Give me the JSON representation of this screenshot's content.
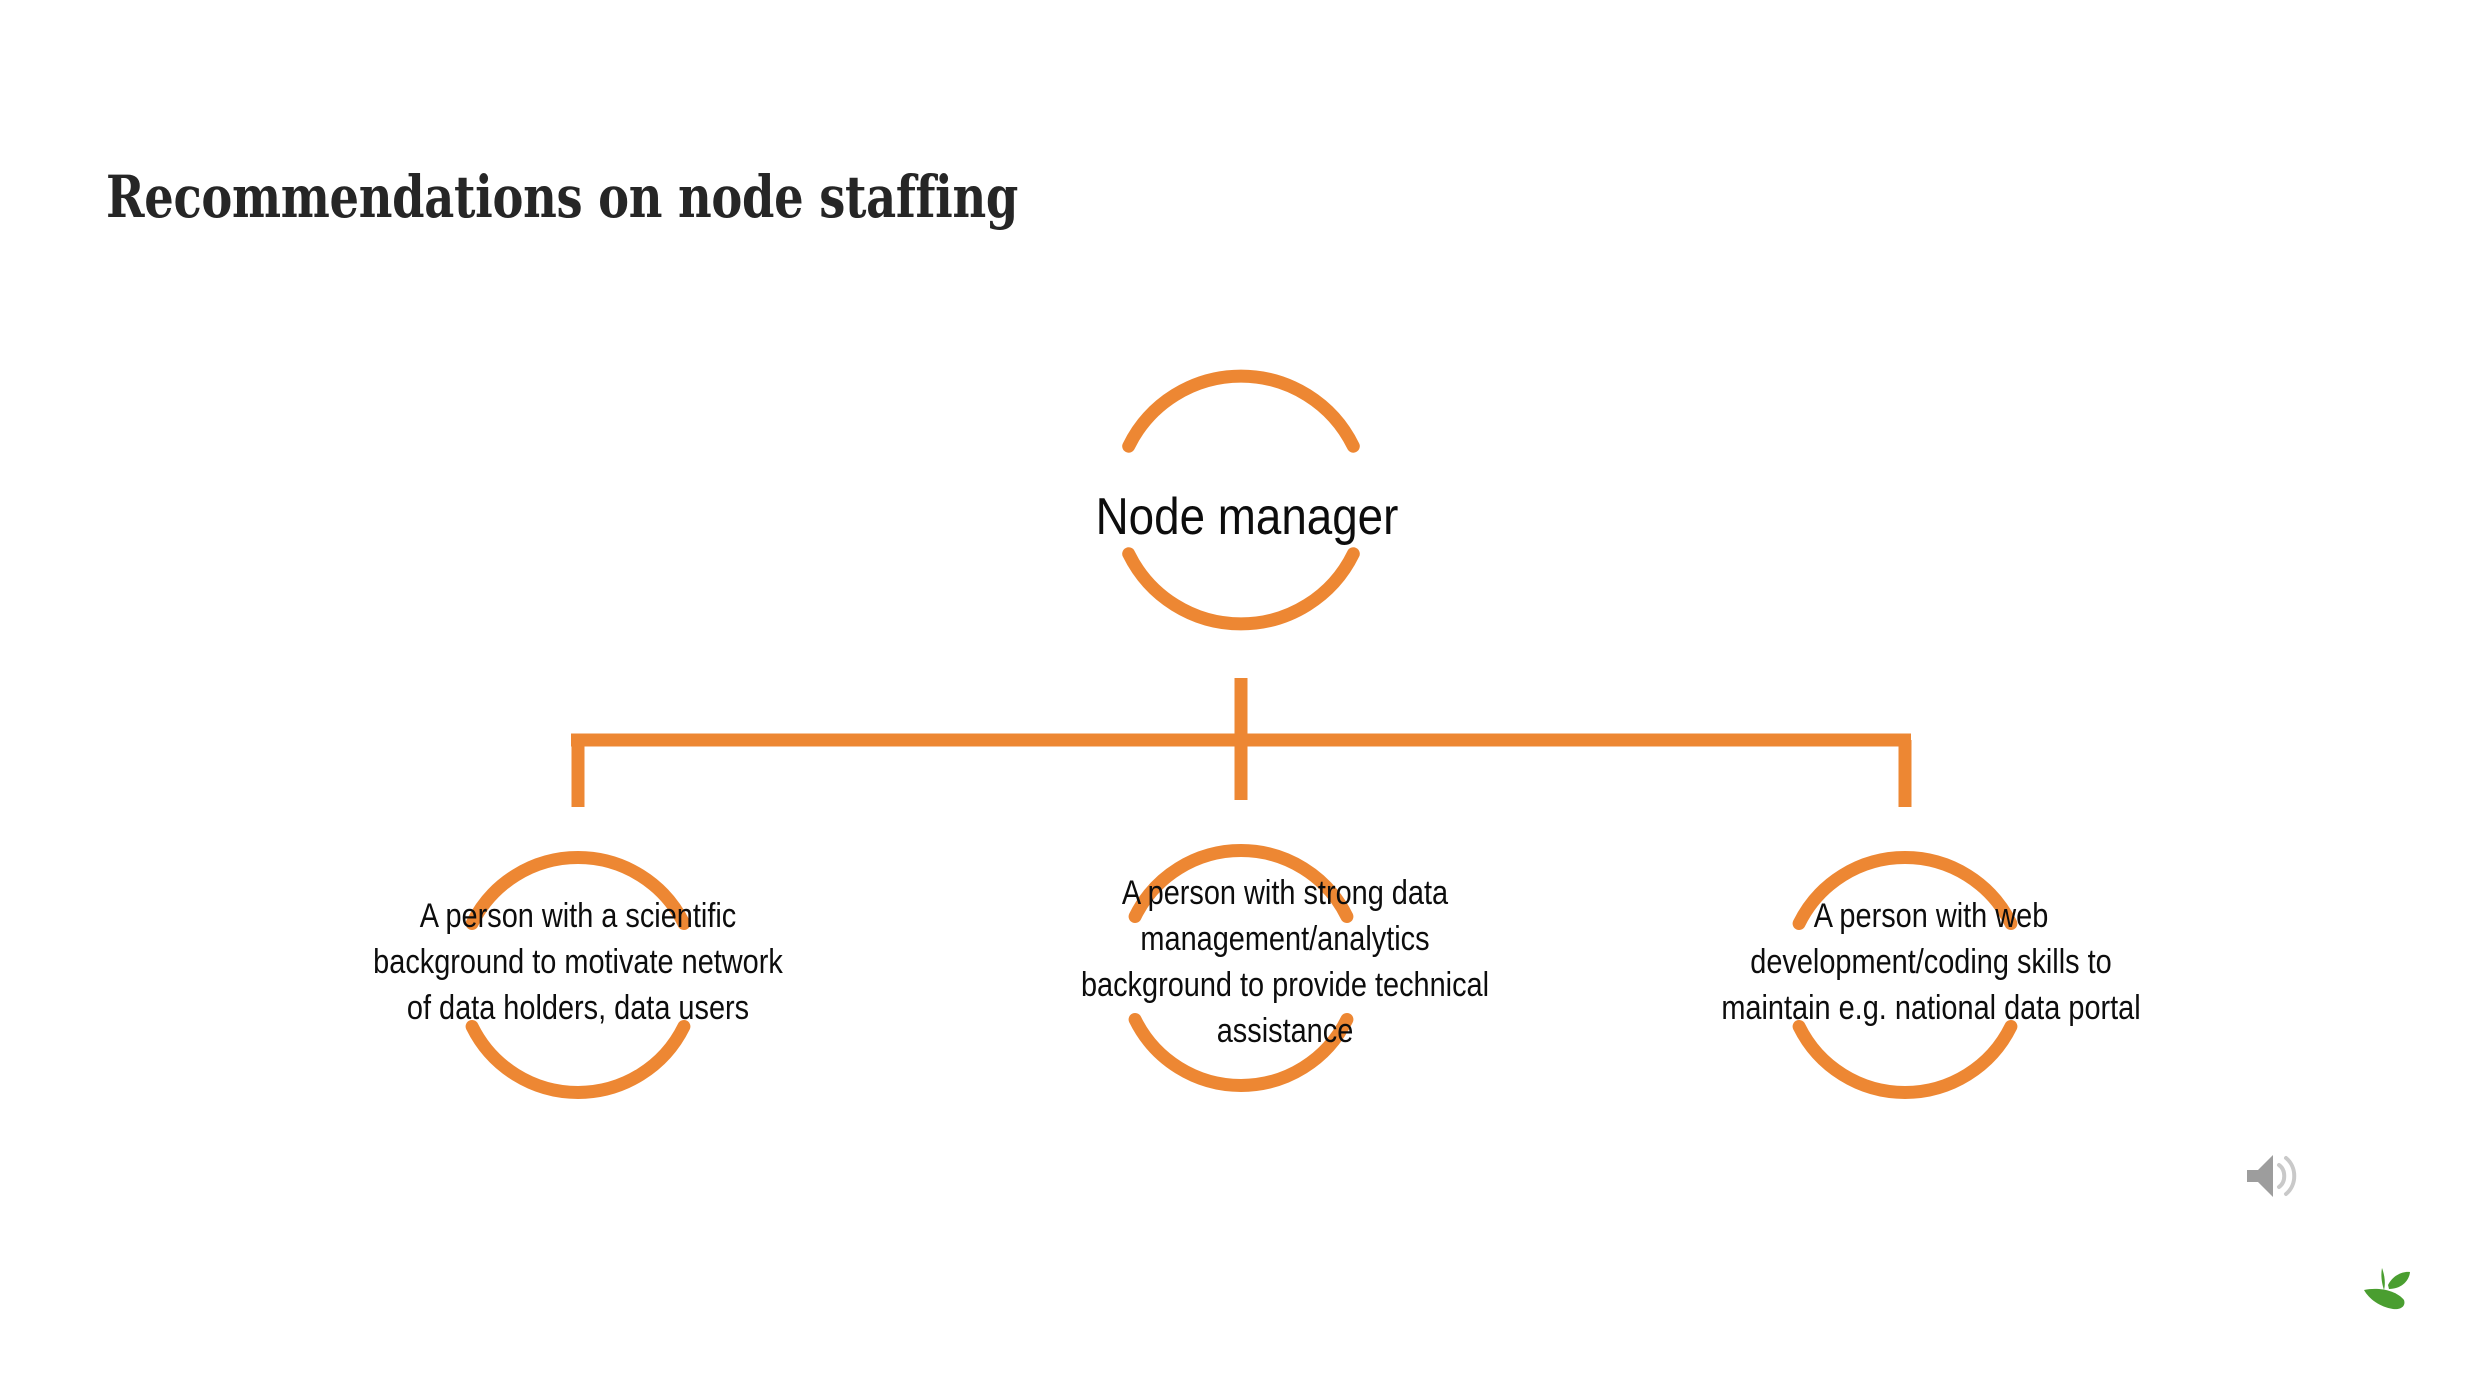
{
  "slide": {
    "title": "Recommendations on node staffing",
    "background_color": "#ffffff",
    "accent_color": "#ED8733",
    "text_color": "#0d0d0d",
    "title_color": "#262626",
    "logo_color": "#4A9E30",
    "audio_icon_color": "#a6a6a6"
  },
  "diagram": {
    "type": "org-chart",
    "root": {
      "id": "node-manager",
      "label": "Node manager",
      "shape": "split-circle"
    },
    "children": [
      {
        "id": "scientific-background",
        "label": "A person with a scientific\nbackground to motivate network\nof data holders, data users",
        "shape": "split-circle"
      },
      {
        "id": "data-management",
        "label": "A person with strong data\nmanagement/analytics\nbackground to provide technical\nassistance",
        "shape": "split-circle"
      },
      {
        "id": "web-development",
        "label": "A person with web\ndevelopment/coding skills to\nmaintain e.g. national data portal",
        "shape": "split-circle"
      }
    ]
  },
  "decorations": {
    "audio_icon_name": "speaker-audio-icon",
    "logo_icon_name": "green-sprout-logo"
  }
}
